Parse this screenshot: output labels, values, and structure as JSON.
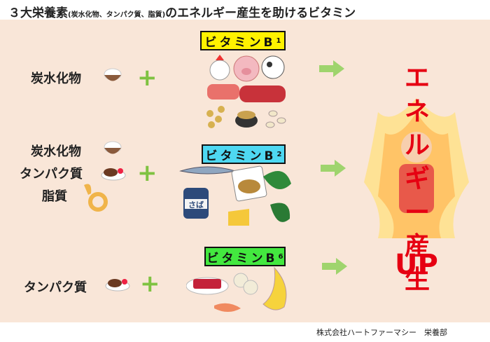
{
  "title": {
    "main_prefix": "３大栄養素",
    "paren": "(炭水化物、タンパク質、脂質)",
    "main_suffix": "のエネルギー産生を助けるビタミン"
  },
  "rows": [
    {
      "labels": [
        "炭水化物"
      ],
      "vitamin": "ビタミンB",
      "vitamin_sub": "1"
    },
    {
      "labels": [
        "炭水化物",
        "タンパク質",
        "脂質"
      ],
      "vitamin": "ビタミンB",
      "vitamin_sub": "2",
      "can_label": "さば"
    },
    {
      "labels": [
        "タンパク質"
      ],
      "vitamin": "ビタミンB",
      "vitamin_sub": "6"
    }
  ],
  "plus_symbol": "+",
  "result": {
    "text_vertical": "エネルギー産生",
    "up": "UP"
  },
  "footer": "株式会社ハートファーマシー　栄養部",
  "colors": {
    "panel": "#f9e6d8",
    "plus": "#7fc241",
    "arrow": "#9fd46d",
    "b1": "#fff200",
    "b2": "#4ed8f2",
    "b6": "#43e83f",
    "result": "#e60012"
  }
}
